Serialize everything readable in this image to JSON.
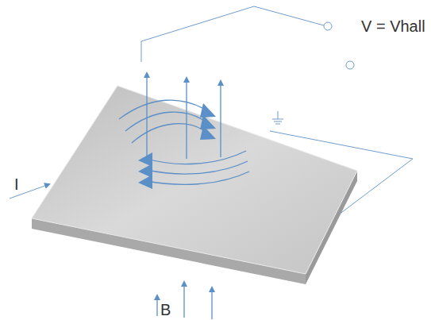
{
  "diagram": {
    "labels": [
      "V = Vhall",
      "I",
      "B"
    ]
  }
}
